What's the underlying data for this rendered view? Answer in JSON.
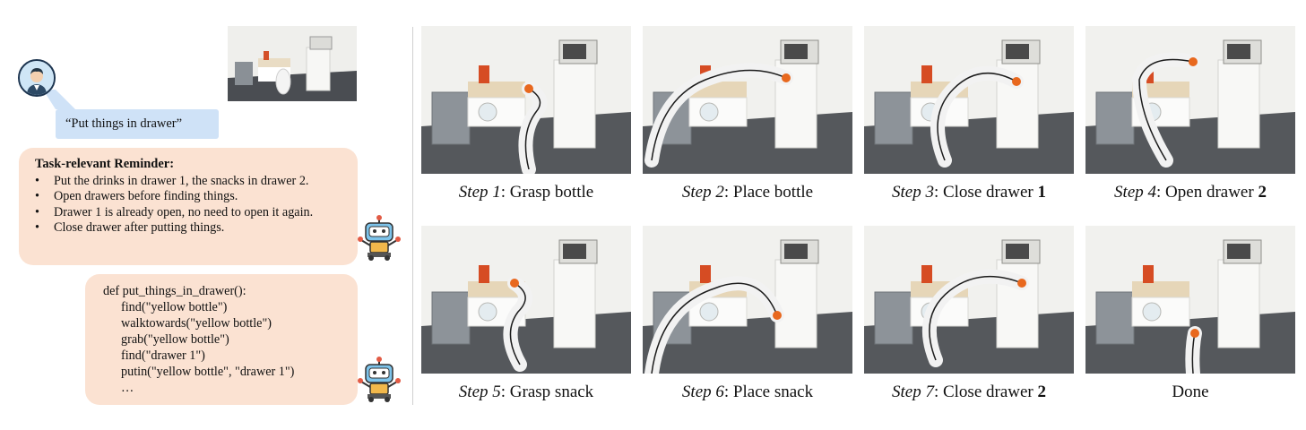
{
  "user": {
    "instruction": "“Put things in drawer”"
  },
  "reminder": {
    "title": "Task-relevant Reminder:",
    "items": [
      "Put the drinks in drawer 1, the snacks in drawer 2.",
      "Open drawers before finding things.",
      "Drawer 1 is already open, no need to open it again.",
      "Close drawer after putting things."
    ]
  },
  "code": {
    "signature": "def put_things_in_drawer():",
    "lines": [
      "find(\"yellow bottle\")",
      "walktowards(\"yellow bottle\")",
      "grab(\"yellow bottle\")",
      "find(\"drawer 1\")",
      "putin(\"yellow bottle\", \"drawer 1\")",
      "…"
    ]
  },
  "steps": [
    {
      "prefix": "Step 1",
      "text": ": Grasp bottle",
      "bold": ""
    },
    {
      "prefix": "Step 2",
      "text": ": Place bottle",
      "bold": ""
    },
    {
      "prefix": "Step 3",
      "text": ": Close drawer ",
      "bold": "1"
    },
    {
      "prefix": "Step 4",
      "text": ": Open drawer ",
      "bold": "2"
    },
    {
      "prefix": "Step 5",
      "text": ": Grasp snack",
      "bold": ""
    },
    {
      "prefix": "Step 6",
      "text": ": Place snack",
      "bold": ""
    },
    {
      "prefix": "Step 7",
      "text": ": Close drawer ",
      "bold": "2"
    },
    {
      "prefix": "",
      "text": "Done",
      "bold": ""
    }
  ],
  "colors": {
    "user_bubble": "#cfe2f7",
    "llm_box": "#fbe2d2",
    "robot_arm": "#f2f2f2",
    "gripper": "#e8681e"
  },
  "icons": {
    "user": "user-avatar-icon",
    "robot": "robot-icon"
  }
}
